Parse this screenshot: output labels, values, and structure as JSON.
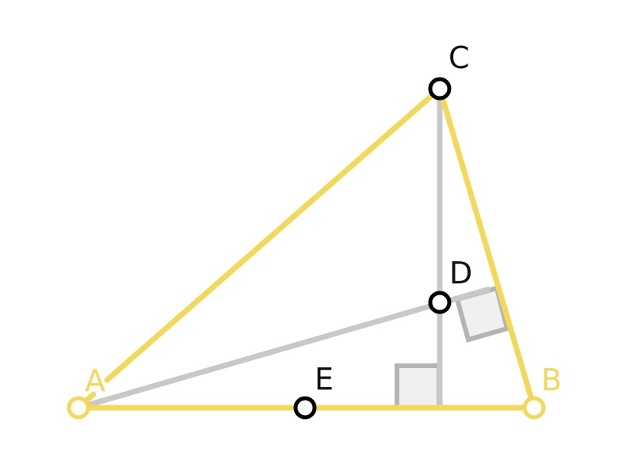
{
  "diagram": {
    "points": {
      "A": {
        "label": "A"
      },
      "B": {
        "label": "B"
      },
      "C": {
        "label": "C"
      },
      "D": {
        "label": "D"
      },
      "E": {
        "label": "E"
      }
    },
    "colors": {
      "triangle": "#f2d95a",
      "construction": "#c8c8c8",
      "right_angle_stroke": "#b4b4b4",
      "right_angle_fill": "#f0f0f0",
      "point_black": "#000000",
      "label_dark": "#111111"
    }
  }
}
